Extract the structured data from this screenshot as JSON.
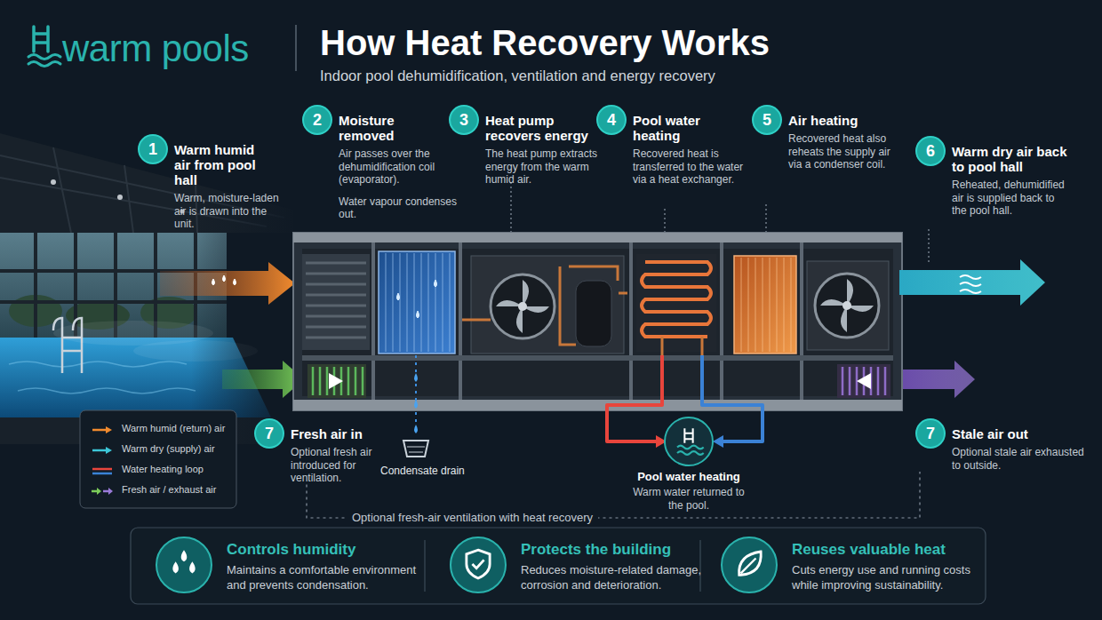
{
  "diagram": {
    "title": "How Heat Recovery Works",
    "nodes": [
      {
        "text": [
          "1",
          "Warm humid air from pool hall",
          "Warm, moisture-laden air is drawn into the unit."
        ]
      },
      {
        "text": [
          "2",
          "Moisture removed",
          "Air passes over the dehumidification coil (evaporator).",
          "Water vapour condenses out."
        ]
      },
      {
        "text": [
          "3",
          "Heat pump recovers energy",
          "The heat pump extracts energy from the warm humid air."
        ]
      },
      {
        "text": [
          "4",
          "Pool water heating",
          "Recovered heat is transferred to the water via a heat exchanger."
        ]
      },
      {
        "text": [
          "5",
          "Air heating",
          "Recovered heat also reheats the supply air via a condenser coil."
        ]
      },
      {
        "text": [
          "6",
          "Warm dry air back to pool hall",
          "Reheated, dehumidified air is supplied back to the pool hall."
        ]
      },
      {
        "text": [
          "7",
          "Fresh air in",
          "Optional fresh air introduced for ventilation."
        ]
      },
      {
        "text": [
          "Pool water heating",
          "Warm water returned to the pool."
        ]
      },
      {
        "text": [
          "7",
          "Stale air out",
          "Optional stale air exhausted to outside."
        ]
      },
      {
        "text": [
          "Controls humidity",
          "Maintains a comfortable environment and prevents condensation."
        ]
      },
      {
        "text": [
          "Protects the building",
          "Reduces moisture-related damage, corrosion and deterioration."
        ]
      },
      {
        "text": [
          "Reuses valuable heat",
          "Cuts energy use and running costs while improving sustainability."
        ]
      }
    ],
    "edges": [
      {
        "from": 6,
        "to": 8,
        "arrow": "none",
        "label": "Optional fresh-air ventilation with heat recovery"
      }
    ],
    "labels": [
      "warm pools",
      "Indoor pool dehumidification, ventilation and energy recovery",
      "Condensate drain"
    ],
    "legend": [
      {
        "text": "Warm humid (return) air"
      },
      {
        "text": "Warm dry (supply) air"
      },
      {
        "text": "Water heating loop"
      },
      {
        "text": "Fresh air / exhaust air"
      }
    ]
  }
}
